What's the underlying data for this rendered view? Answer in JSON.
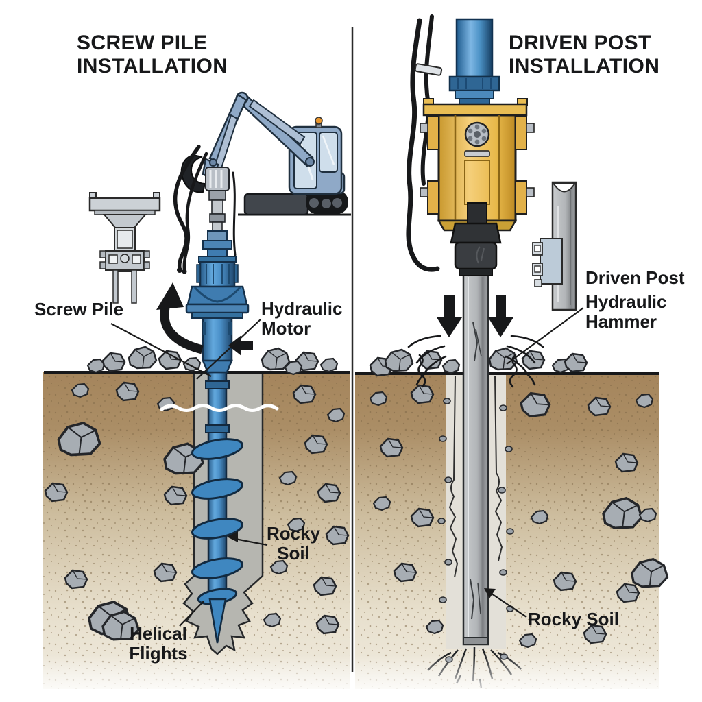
{
  "panels": {
    "left": {
      "title": "SCREW PILE INSTALLATION",
      "labels": {
        "screw_pile": "Screw Pile",
        "hydraulic_motor": "Hydraulic Motor",
        "rocky_soil": "Rocky Soil",
        "helical_flights": "Helical Flights"
      }
    },
    "right": {
      "title": "DRIVEN POST INSTALLATION",
      "labels": {
        "driven_post": "Driven Post",
        "hydraulic_hammer": "Hydraulic Hammer",
        "rocky_soil": "Rocky Soil"
      }
    }
  },
  "icons": {
    "rotation_arrow": "counterclockwise-rotation-arrow",
    "motor_pointer": "left-pointing-arrow",
    "impact_arrows": "downward-impact-arrows"
  },
  "colors": {
    "background": "#ffffff",
    "ink": "#17181a",
    "machine_blue": "#8fa9c7",
    "pile_blue": "#3f87c0",
    "hammer_yellow": "#e8b84a",
    "soil_brown": "#a5855c",
    "soil_light": "#efe9db",
    "rock_gray": "#a7adb3",
    "post_gray": "#b2b5b8"
  }
}
